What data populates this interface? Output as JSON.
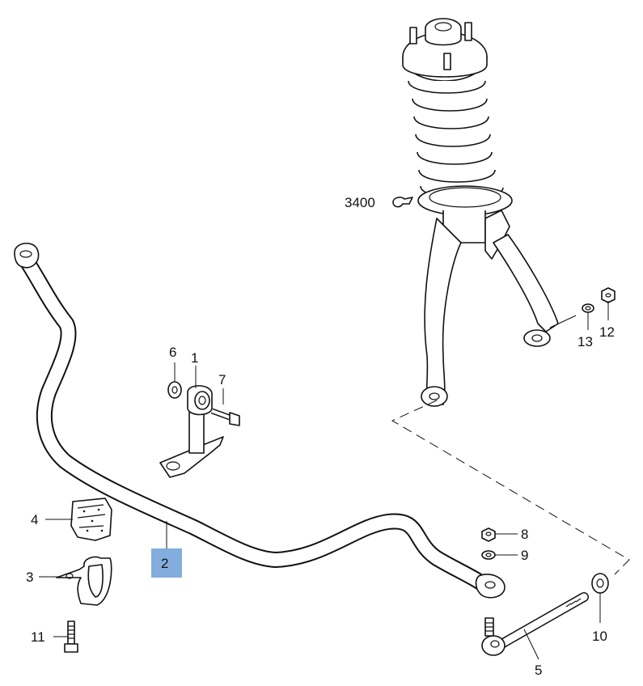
{
  "callouts": {
    "c1": "1",
    "c2": "2",
    "c3": "3",
    "c4": "4",
    "c5": "5",
    "c6": "6",
    "c7": "7",
    "c8": "8",
    "c9": "9",
    "c10": "10",
    "c11": "11",
    "c12": "12",
    "c13": "13",
    "c3400": "3400"
  },
  "colors": {
    "highlight": "#6c9fd6",
    "line": "#111111",
    "background": "#ffffff"
  },
  "highlighted_part": "2"
}
